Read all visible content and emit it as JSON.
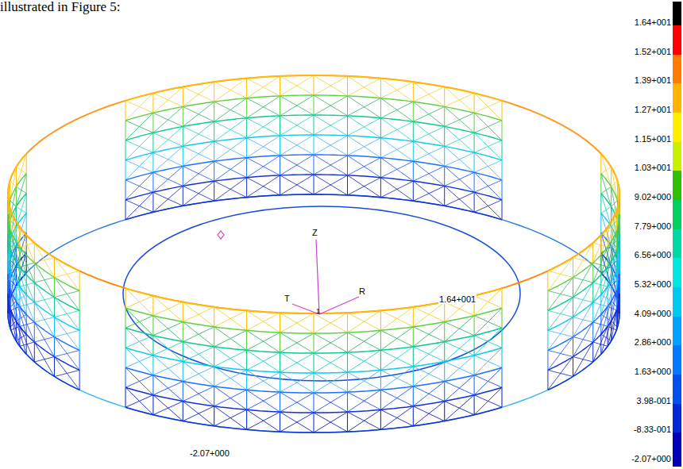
{
  "diagram": {
    "labels": [
      "illustrated in Figure 5:",
      "Z",
      "T",
      "R",
      "1",
      "1.64+001",
      "-2.07+000"
    ],
    "legend": [
      {
        "text": "1.64+001",
        "color": "#000000"
      },
      {
        "text": "1.52+001",
        "color": "#ff0000"
      },
      {
        "text": "1.39+001",
        "color": "#ff7a00"
      },
      {
        "text": "1.27+001",
        "color": "#ffb400"
      },
      {
        "text": "1.15+001",
        "color": "#ffee00"
      },
      {
        "text": "1.03+001",
        "color": "#c8f000"
      },
      {
        "text": "9.02+000",
        "color": "#2cc000"
      },
      {
        "text": "7.79+000",
        "color": "#00d060"
      },
      {
        "text": "6.56+000",
        "color": "#00d8a8"
      },
      {
        "text": "5.32+000",
        "color": "#00e8e0"
      },
      {
        "text": "4.09+000",
        "color": "#00c8f0"
      },
      {
        "text": "2.86+000",
        "color": "#00a0ff"
      },
      {
        "text": "1.63+000",
        "color": "#0078ff"
      },
      {
        "text": "3.98-001",
        "color": "#0050f0"
      },
      {
        "text": "-8.33-001",
        "color": "#0028d8"
      },
      {
        "text": "-2.07+000",
        "color": "#0000b8"
      }
    ]
  }
}
